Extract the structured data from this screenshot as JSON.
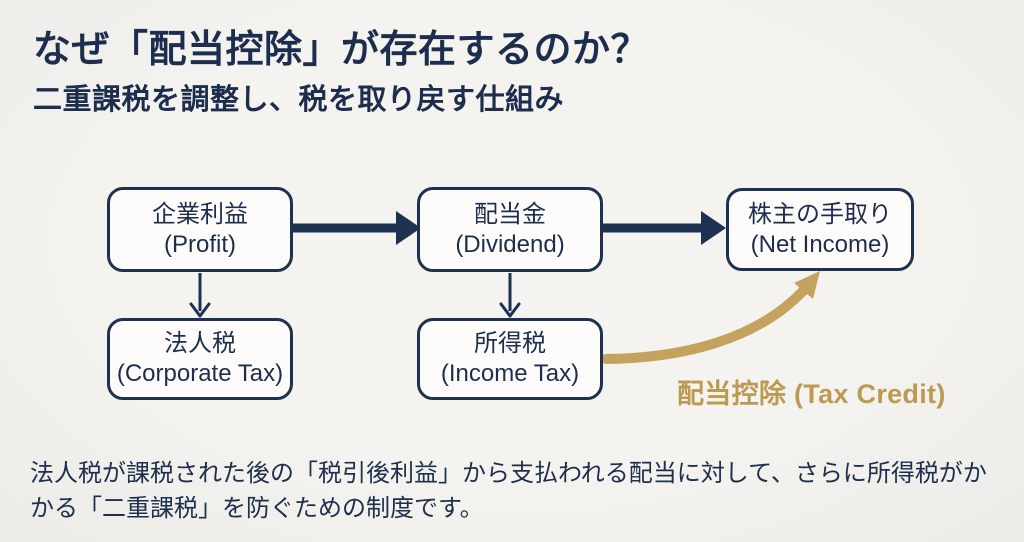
{
  "slide": {
    "title": "なぜ「配当控除」が存在するのか？",
    "subtitle": "二重課税を調整し、税を取り戻す仕組み",
    "footer": "法人税が課税された後の「税引後利益」から支払われる配当に対して、さらに所得税がかかる「二重課税」を防ぐための制度です。"
  },
  "diagram": {
    "nodes": [
      {
        "id": "profit",
        "jp": "企業利益",
        "en": "(Profit)"
      },
      {
        "id": "dividend",
        "jp": "配当金",
        "en": "(Dividend)"
      },
      {
        "id": "net_income",
        "jp": "株主の手取り",
        "en": "(Net Income)"
      },
      {
        "id": "corporate_tax",
        "jp": "法人税",
        "en": "(Corporate Tax)"
      },
      {
        "id": "income_tax",
        "jp": "所得税",
        "en": "(Income Tax)"
      }
    ],
    "arrows": [
      {
        "from": "profit",
        "to": "dividend",
        "style": "thick-straight"
      },
      {
        "from": "dividend",
        "to": "net_income",
        "style": "thick-straight"
      },
      {
        "from": "profit",
        "to": "corporate_tax",
        "style": "thin-down"
      },
      {
        "from": "dividend",
        "to": "income_tax",
        "style": "thin-down"
      },
      {
        "from": "income_tax",
        "to": "net_income",
        "style": "curved-gold",
        "label": "配当控除 (Tax Credit)"
      }
    ],
    "credit_label": "配当控除 (Tax Credit)"
  },
  "colors": {
    "navy": "#1d2d4d",
    "gold": "#bd9a52",
    "gold_arrow": "#c5a35e",
    "background": "#f2f1ed",
    "box_fill": "#fdfcfa"
  }
}
